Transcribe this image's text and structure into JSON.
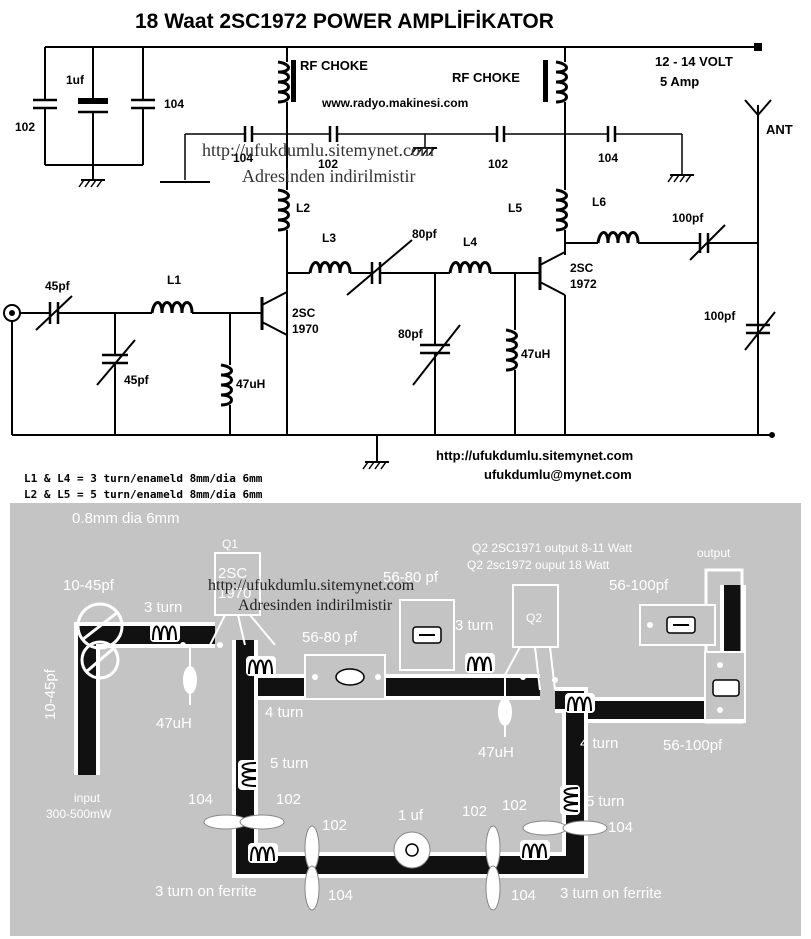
{
  "schematic": {
    "title": "18 Waat 2SC1972 POWER AMPLİFİKATOR",
    "website": "www.radyo.makinesi.com",
    "supply": "12 - 14 VOLT",
    "supply_current": "5 Amp",
    "antenna": "ANT",
    "rf_choke_1": "RF CHOKE",
    "rf_choke_2": "RF CHOKE",
    "components": {
      "c_102_a": "102",
      "c_1uf": "1uf",
      "c_104_a": "104",
      "c_104_b": "104",
      "c_102_b": "102",
      "c_102_c": "102",
      "c_104_c": "104",
      "l2": "L2",
      "l5": "L5",
      "l6": "L6",
      "c_100pf_a": "100pf",
      "l3": "L3",
      "c_80pf_a": "80pf",
      "l4": "L4",
      "q2_name": "2SC",
      "q2_num": "1972",
      "c_45pf_a": "45pf",
      "l1": "L1",
      "q1_name": "2SC",
      "q1_num": "1970",
      "c_80pf_b": "80pf",
      "l_47uh_a": "47uH",
      "c_100pf_b": "100pf",
      "c_45pf_b": "45pf",
      "l_47uh_b": "47uH"
    },
    "watermark_url": "http://ufukdumlu.sitemynet.com",
    "watermark_text": "Adresinden indirilmistir",
    "footer_url": "http://ufukdumlu.sitemynet.com",
    "footer_email": "ufukdumlu@mynet.com",
    "note_1": "L1 & L4 = 3 turn/enameld 8mm/dia 6mm",
    "note_2": "L2 & L5 = 5 turn/enameld 8mm/dia 6mm"
  },
  "pcb": {
    "wire_spec": "0.8mm dia 6mm",
    "q1_label": "Q1",
    "q1_part": "2SC",
    "q1_part_num": "1970",
    "q2_label": "Q2",
    "q2_note_1": "Q2 2SC1971 output 8-11 Watt",
    "q2_note_2": "Q2 2sc1972 ouput  18 Watt",
    "output_label": "output",
    "trim_10_45_a": "10-45pf",
    "trim_10_45_b": "10-45pf",
    "coil_3turn_a": "3 turn",
    "trim_56_80_a": "56-80 pf",
    "trim_56_80_b": "56-80 pf",
    "coil_3turn_b": "3 turn",
    "trim_56_100_a": "56-100pf",
    "trim_56_100_b": "56-100pf",
    "l_47uh_a": "47uH",
    "l_47uh_b": "47uH",
    "coil_4turn_a": "4 turn",
    "coil_4turn_b": "4 turn",
    "coil_5turn_a": "5 turn",
    "coil_5turn_b": "5 turn",
    "input_label": "input",
    "input_power": "300-500mW",
    "c104_a": "104",
    "c102_a": "102",
    "c1uf": "1 uf",
    "c102_b": "102",
    "c102_c": "102",
    "c102_d": "102",
    "c104_b": "104",
    "c104_c": "104",
    "c104_d": "104",
    "ferrite_a": "3 turn on ferrite",
    "ferrite_b": "3 turn on ferrite",
    "watermark_url": "http://ufukdumlu.sitemynet.com",
    "watermark_text": "Adresinden indirilmistir"
  },
  "colors": {
    "pcb_background": "#c4c4c4",
    "copper_trace": "#111111",
    "trace_outline": "#ffffff"
  }
}
